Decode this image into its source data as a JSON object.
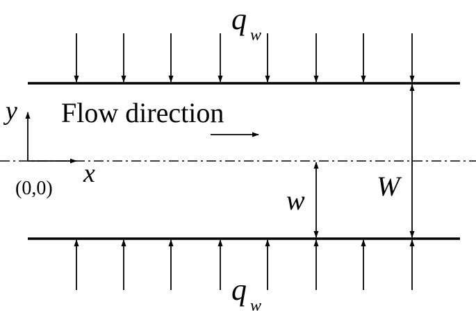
{
  "labels": {
    "heat_flux_top": "q",
    "heat_flux_top_sub": "w",
    "heat_flux_bottom": "q",
    "heat_flux_bottom_sub": "w",
    "flow_direction": "Flow direction",
    "axis_y": "y",
    "axis_x": "x",
    "origin": "(0,0)",
    "half_width": "w",
    "full_width": "W"
  },
  "colors": {
    "line": "#000000",
    "background": "#ffffff"
  }
}
